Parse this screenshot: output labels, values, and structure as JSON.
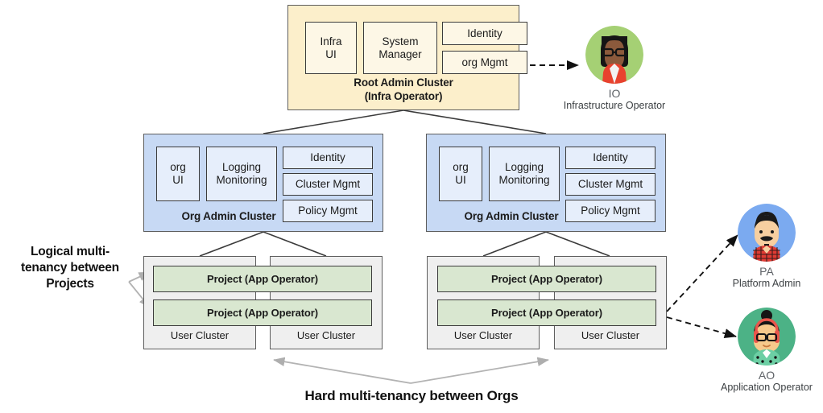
{
  "diagram": {
    "bottom_caption": "Hard multi-tenancy between Orgs",
    "left_caption": "Logical multi-tenancy between Projects"
  },
  "root_cluster": {
    "title_line1": "Root Admin Cluster",
    "title_line2": "(Infra Operator)",
    "components": [
      {
        "label": "Infra UI",
        "line1": "Infra",
        "line2": "UI"
      },
      {
        "label": "System Manager",
        "line1": "System",
        "line2": "Manager"
      },
      {
        "label": "Identity"
      },
      {
        "label": "org Mgmt"
      }
    ]
  },
  "org_clusters": [
    {
      "title": "Org Admin Cluster",
      "components": [
        {
          "line1": "org",
          "line2": "UI"
        },
        {
          "line1": "Logging",
          "line2": "Monitoring"
        },
        {
          "label": "Identity"
        },
        {
          "label": "Cluster Mgmt"
        },
        {
          "label": "Policy Mgmt"
        }
      ],
      "user_clusters": [
        {
          "label": "User Cluster"
        },
        {
          "label": "User Cluster"
        }
      ],
      "projects": [
        {
          "label": "Project (App Operator)"
        },
        {
          "label": "Project (App Operator)"
        }
      ]
    },
    {
      "title": "Org Admin Cluster",
      "components": [
        {
          "line1": "org",
          "line2": "UI"
        },
        {
          "line1": "Logging",
          "line2": "Monitoring"
        },
        {
          "label": "Identity"
        },
        {
          "label": "Cluster Mgmt"
        },
        {
          "label": "Policy Mgmt"
        }
      ],
      "user_clusters": [
        {
          "label": "User Cluster"
        },
        {
          "label": "User Cluster"
        }
      ],
      "projects": [
        {
          "label": "Project (App Operator)"
        },
        {
          "label": "Project  (App Operator)"
        }
      ]
    }
  ],
  "personas": [
    {
      "abbr": "IO",
      "role": "Infrastructure Operator",
      "circle_color": "#A5D074"
    },
    {
      "abbr": "PA",
      "role": "Platform Admin",
      "circle_color": "#7BAAF0"
    },
    {
      "abbr": "AO",
      "role": "Application Operator",
      "circle_color": "#4CB286"
    }
  ],
  "colors": {
    "root_fill": "#FCEFCB",
    "org_fill": "#C7D9F4",
    "project_fill": "#D9E7D0",
    "user_cluster_fill": "#EFEFEF",
    "stroke": "#5E5E5E"
  }
}
